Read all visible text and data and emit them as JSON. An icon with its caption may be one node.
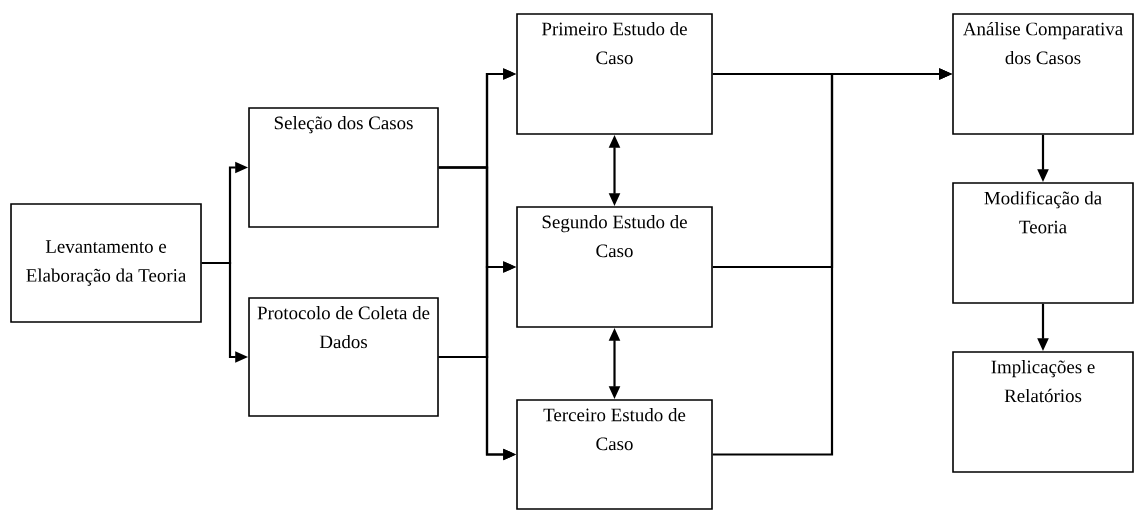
{
  "diagram": {
    "nodes": [
      {
        "text": [
          "Levantamento e Elaboração da Teoria"
        ]
      },
      {
        "text": [
          "Seleção dos Casos"
        ]
      },
      {
        "text": [
          "Protocolo de Coleta de Dados"
        ]
      },
      {
        "text": [
          "Primeiro Estudo de Caso"
        ]
      },
      {
        "text": [
          "Segundo Estudo de Caso"
        ]
      },
      {
        "text": [
          "Terceiro Estudo de Caso"
        ]
      },
      {
        "text": [
          "Análise Comparativa dos Casos"
        ]
      },
      {
        "text": [
          "Modificação da Teoria"
        ]
      },
      {
        "text": [
          "Implicações e Relatórios"
        ]
      }
    ],
    "edges": [
      {
        "from": 0,
        "to": 1,
        "arrow": "to"
      },
      {
        "from": 0,
        "to": 2,
        "arrow": "to"
      },
      {
        "from": 1,
        "to": 3,
        "arrow": "to"
      },
      {
        "from": 1,
        "to": 4,
        "arrow": "to"
      },
      {
        "from": 1,
        "to": 5,
        "arrow": "to"
      },
      {
        "from": 2,
        "to": 3,
        "arrow": "to"
      },
      {
        "from": 2,
        "to": 4,
        "arrow": "to"
      },
      {
        "from": 2,
        "to": 5,
        "arrow": "to"
      },
      {
        "from": 3,
        "to": 4,
        "arrow": "both"
      },
      {
        "from": 4,
        "to": 5,
        "arrow": "both"
      },
      {
        "from": 3,
        "to": 6,
        "arrow": "to"
      },
      {
        "from": 4,
        "to": 6,
        "arrow": "to"
      },
      {
        "from": 5,
        "to": 6,
        "arrow": "to"
      },
      {
        "from": 6,
        "to": 7,
        "arrow": "to"
      },
      {
        "from": 7,
        "to": 8,
        "arrow": "to"
      }
    ]
  }
}
